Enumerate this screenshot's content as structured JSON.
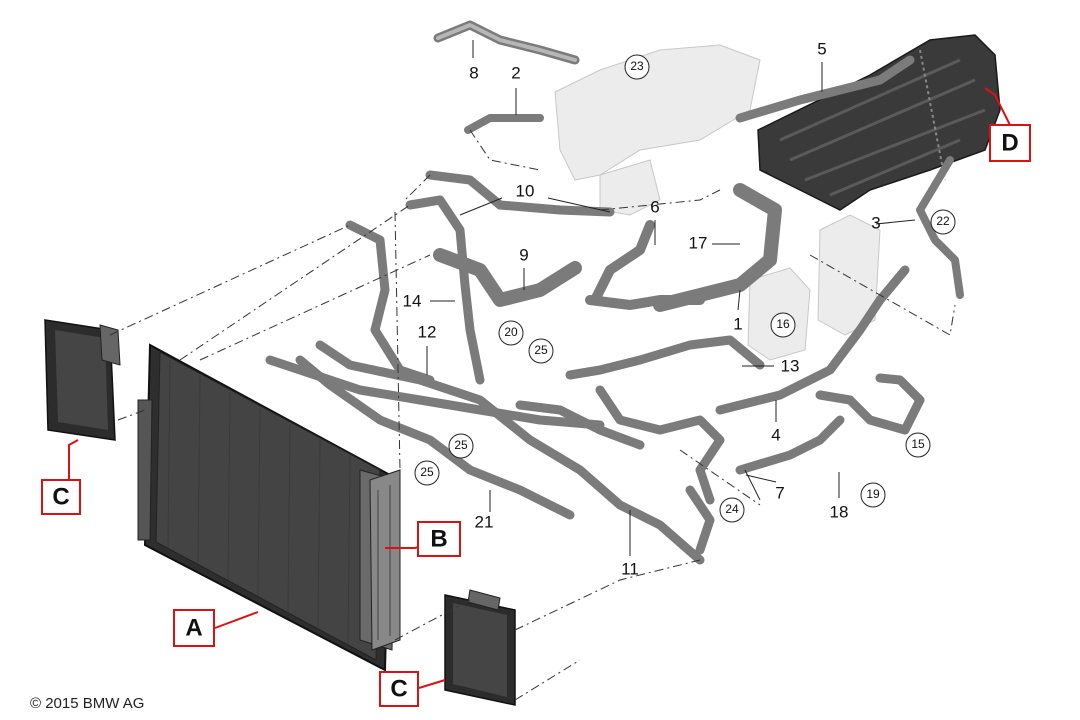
{
  "callouts": {
    "n1": "1",
    "n2": "2",
    "n3": "3",
    "n4": "4",
    "n5": "5",
    "n6": "6",
    "n7": "7",
    "n8": "8",
    "n9": "9",
    "n10": "10",
    "n11": "11",
    "n12": "12",
    "n13": "13",
    "n14": "14",
    "n17": "17",
    "n18": "18",
    "n21": "21"
  },
  "circled": {
    "c15": "15",
    "c16": "16",
    "c19": "19",
    "c20": "20",
    "c22": "22",
    "c23": "23",
    "c24": "24",
    "c25a": "25",
    "c25b": "25",
    "c25c": "25"
  },
  "boxes": {
    "a": "A",
    "b": "B",
    "c_left": "C",
    "c_bottom": "C",
    "d": "D"
  },
  "colors": {
    "box_border": "#dd1111",
    "leader": "#222222",
    "hose": "#7b7b7b"
  },
  "copyright": "© 2015 BMW AG"
}
